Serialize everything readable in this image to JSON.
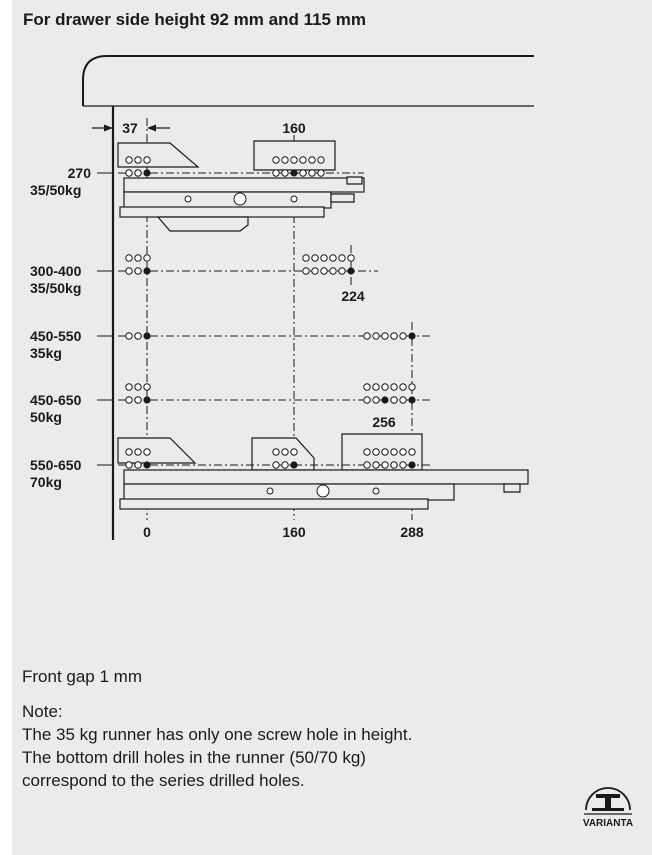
{
  "title": "For drawer side height 92 mm and 115 mm",
  "dimensions": {
    "offset": "37",
    "top_spacing": "160",
    "spacing_224": "224",
    "spacing_256": "256"
  },
  "axis_labels": [
    "0",
    "160",
    "288"
  ],
  "rows": [
    {
      "length": "270",
      "load": "35/50kg"
    },
    {
      "length": "300-400",
      "load": "35/50kg"
    },
    {
      "length": "450-550",
      "load": "35kg"
    },
    {
      "length": "450-650",
      "load": "50kg"
    },
    {
      "length": "550-650",
      "load": "70kg"
    }
  ],
  "notes": {
    "front_gap": "Front gap 1 mm",
    "note_heading": "Note:",
    "line1": "The 35 kg runner has only one screw hole in height.",
    "line2": "The bottom drill holes in the runner (50/70 kg)",
    "line3": "correspond to the series drilled holes."
  },
  "logo": {
    "text": "VARIANTA",
    "icon": "varianta-logo-icon"
  }
}
